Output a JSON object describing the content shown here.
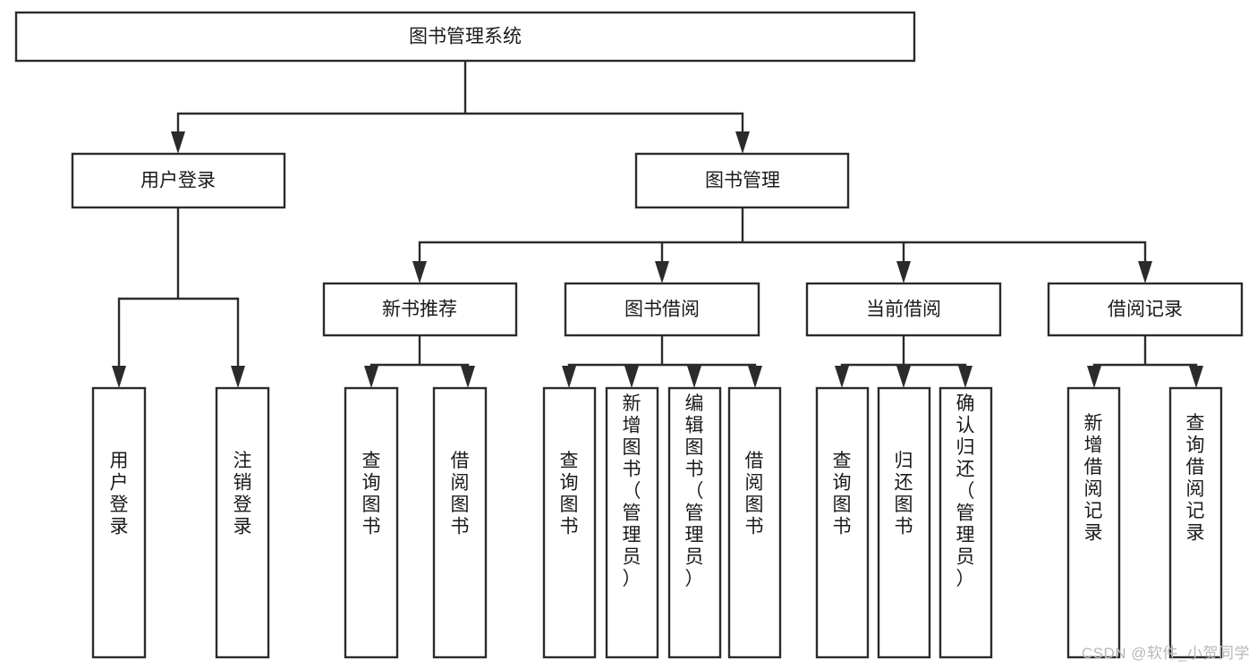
{
  "diagram": {
    "title": "图书管理系统",
    "type": "hierarchy-tree",
    "watermark": "CSDN @软件_小贺同学",
    "colors": {
      "box_fill": "#ffffff",
      "box_stroke": "#2b2b2b",
      "text": "#1a1a1a",
      "watermark": "#b8b8b8",
      "background": "#ffffff"
    },
    "nodes": {
      "root": {
        "label": "图书管理系统",
        "level": 1,
        "orientation": "horizontal"
      },
      "l2": [
        {
          "id": "user-login",
          "label": "用户登录",
          "level": 2,
          "orientation": "horizontal"
        },
        {
          "id": "book-management",
          "label": "图书管理",
          "level": 2,
          "orientation": "horizontal"
        }
      ],
      "l3": [
        {
          "id": "new-book-recommend",
          "label": "新书推荐",
          "level": 3,
          "orientation": "horizontal"
        },
        {
          "id": "book-borrow",
          "label": "图书借阅",
          "level": 3,
          "orientation": "horizontal"
        },
        {
          "id": "current-borrow",
          "label": "当前借阅",
          "level": 3,
          "orientation": "horizontal"
        },
        {
          "id": "borrow-record",
          "label": "借阅记录",
          "level": 3,
          "orientation": "horizontal"
        }
      ],
      "leaves": [
        {
          "id": "leaf-user-login",
          "label": "用户登录",
          "parent": "user-login",
          "orientation": "vertical"
        },
        {
          "id": "leaf-logout-login",
          "label": "注销登录",
          "parent": "user-login",
          "orientation": "vertical"
        },
        {
          "id": "leaf-query-book-1",
          "label": "查询图书",
          "parent": "new-book-recommend",
          "orientation": "vertical"
        },
        {
          "id": "leaf-borrow-book-1",
          "label": "借阅图书",
          "parent": "new-book-recommend",
          "orientation": "vertical"
        },
        {
          "id": "leaf-query-book-2",
          "label": "查询图书",
          "parent": "book-borrow",
          "orientation": "vertical"
        },
        {
          "id": "leaf-add-book",
          "label": "新增图书（管理员）",
          "parent": "book-borrow",
          "orientation": "vertical"
        },
        {
          "id": "leaf-edit-book",
          "label": "编辑图书（管理员）",
          "parent": "book-borrow",
          "orientation": "vertical"
        },
        {
          "id": "leaf-borrow-book-2",
          "label": "借阅图书",
          "parent": "book-borrow",
          "orientation": "vertical"
        },
        {
          "id": "leaf-query-book-3",
          "label": "查询图书",
          "parent": "current-borrow",
          "orientation": "vertical"
        },
        {
          "id": "leaf-return-book",
          "label": "归还图书",
          "parent": "current-borrow",
          "orientation": "vertical"
        },
        {
          "id": "leaf-confirm-return",
          "label": "确认归还（管理员）",
          "parent": "current-borrow",
          "orientation": "vertical"
        },
        {
          "id": "leaf-add-borrow-record",
          "label": "新增借阅记录",
          "parent": "borrow-record",
          "orientation": "vertical"
        },
        {
          "id": "leaf-query-borrow-record",
          "label": "查询借阅记录",
          "parent": "borrow-record",
          "orientation": "vertical"
        }
      ]
    }
  }
}
